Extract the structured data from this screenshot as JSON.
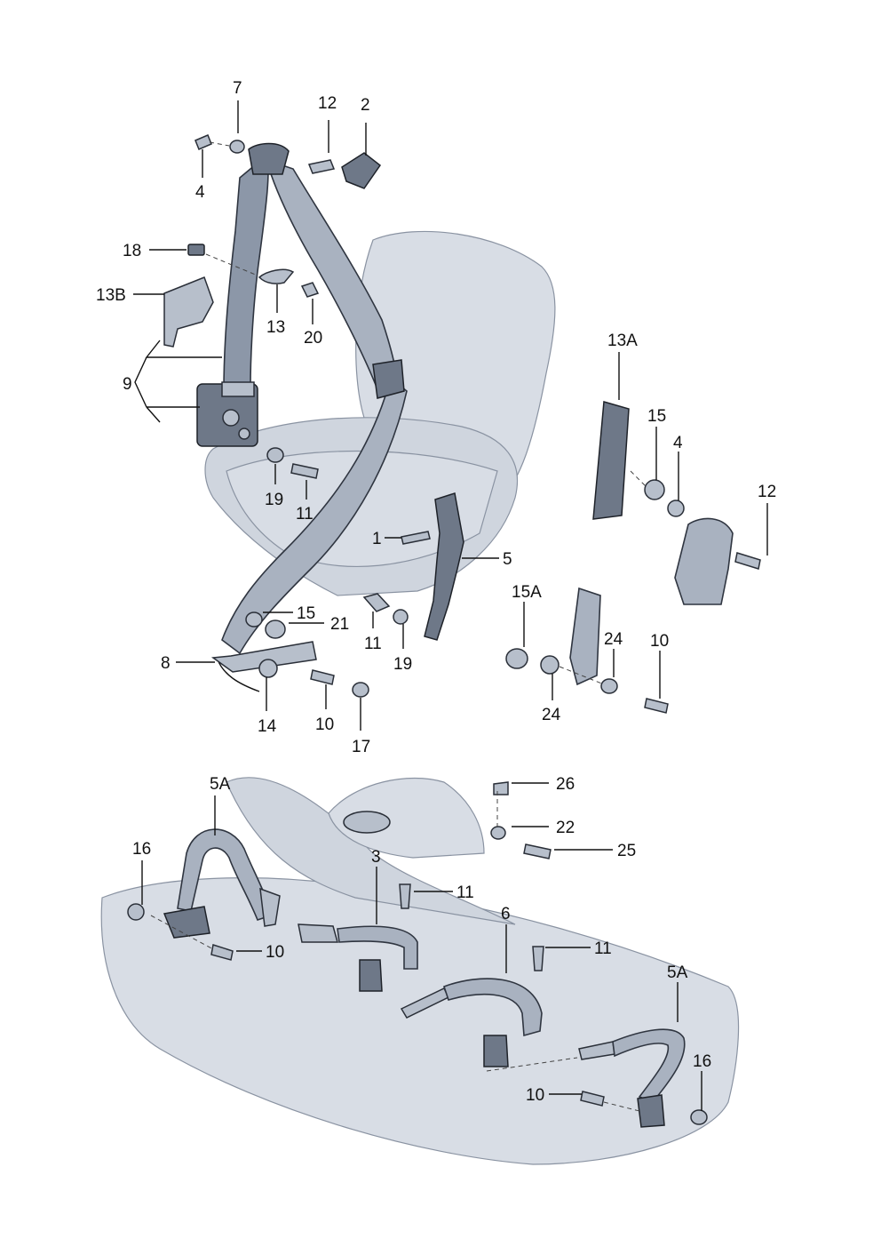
{
  "labels": {
    "l7": "7",
    "l12a": "12",
    "l2": "2",
    "l4a": "4",
    "l18": "18",
    "l13B": "13B",
    "l13": "13",
    "l20": "20",
    "l9": "9",
    "l13A": "13A",
    "l15a": "15",
    "l4b": "4",
    "l12b": "12",
    "l19a": "19",
    "l11a": "11",
    "l1": "1",
    "l5": "5",
    "l15b": "15",
    "l21": "21",
    "l11b": "11",
    "l19b": "19",
    "l8": "8",
    "l14": "14",
    "l10a": "10",
    "l17": "17",
    "l15A": "15A",
    "l24a": "24",
    "l10b": "10",
    "l24b": "24",
    "l5Aa": "5A",
    "l26": "26",
    "l22": "22",
    "l25": "25",
    "l16a": "16",
    "l3": "3",
    "l11c": "11",
    "l6": "6",
    "l10c": "10",
    "l11d": "11",
    "l5Ab": "5A",
    "l16b": "16",
    "l10d": "10"
  }
}
